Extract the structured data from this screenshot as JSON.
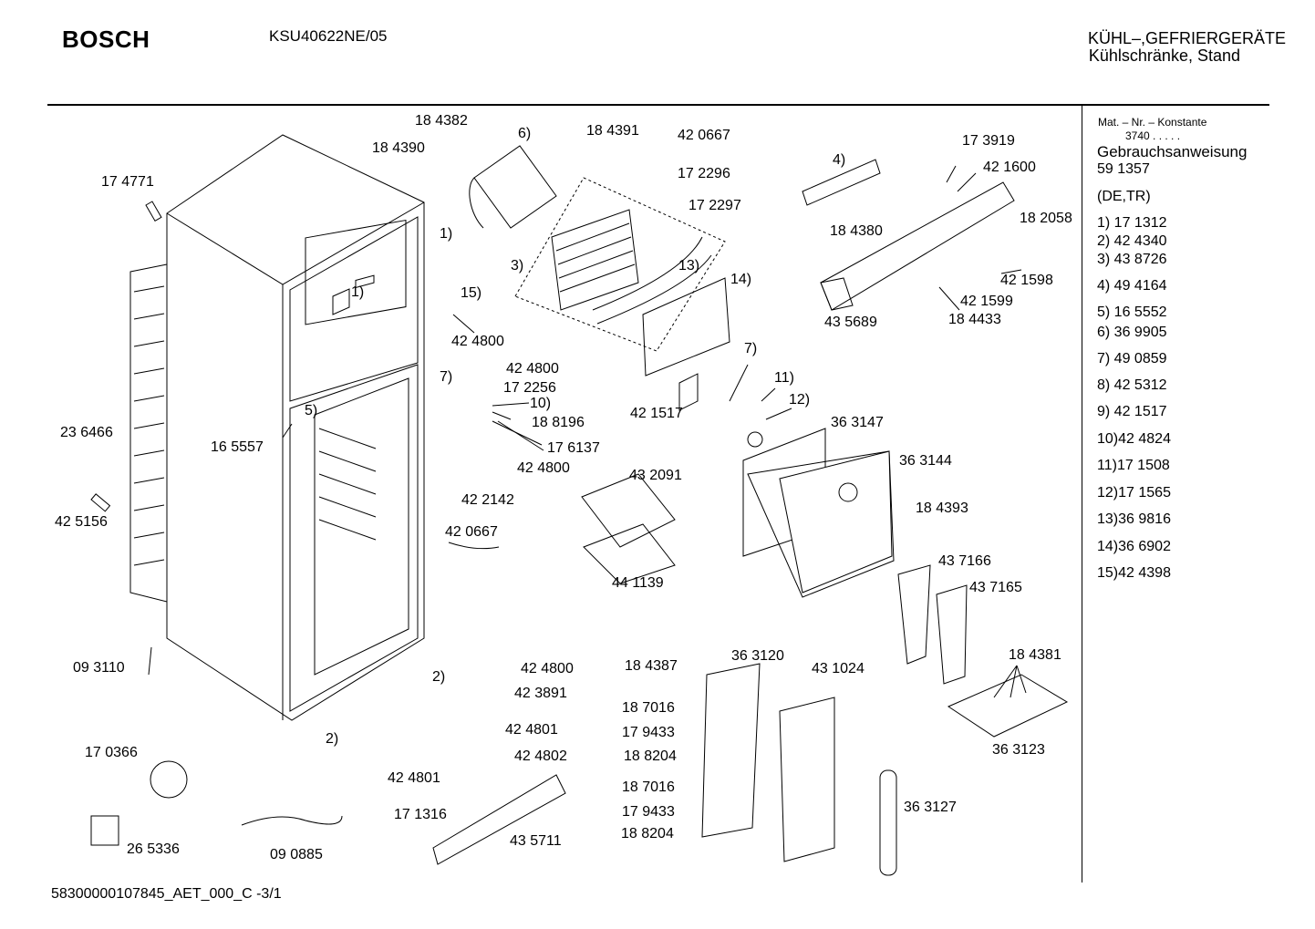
{
  "header": {
    "brand": "BOSCH",
    "model": "KSU40622NE/05",
    "category_line1": "KÜHL–,GEFRIERGERÄTE",
    "category_line2": "Kühlschränke, Stand"
  },
  "footer": {
    "doc_code": "58300000107845_AET_000_C -3/1"
  },
  "sidebar": {
    "mat_label": "Mat. – Nr. – Konstante",
    "mat_value": "3740 . . . . .",
    "manual_label": "Gebrauchsanweisung",
    "manual_number": "59 1357",
    "languages": "(DE,TR)",
    "refs": [
      "1) 17 1312",
      "2) 42 4340",
      "3) 43 8726",
      "4) 49 4164",
      "5) 16 5552",
      "6) 36 9905",
      "7) 49 0859",
      "8) 42 5312",
      "9) 42 1517",
      "10)42 4824",
      "11)17 1508",
      "12)17 1565",
      "13)36 9816",
      "14)36 6902",
      "15)42 4398"
    ]
  },
  "part_labels": [
    "18 4382",
    "6)",
    "18 4391",
    "42 0667",
    "18 4390",
    "17 4771",
    "17 2296",
    "17 2297",
    "1)",
    "3)",
    "13)",
    "14)",
    "15)",
    "1)",
    "42 4800",
    "42 4800",
    "17 2256",
    "7)",
    "10)",
    "18 8196",
    "17 6137",
    "42 4800",
    "5)",
    "16 5557",
    "23 6466",
    "42 5156",
    "42 2142",
    "42 0667",
    "43 2091",
    "44 1139",
    "7)",
    "42 1517",
    "11)",
    "12)",
    "36 3147",
    "36 3144",
    "18 4393",
    "4)",
    "17 3919",
    "42 1600",
    "18 2058",
    "18 4380",
    "42 1598",
    "42 1599",
    "18 4433",
    "43 5689",
    "43 7166",
    "43 7165",
    "18 4381",
    "36 3123",
    "09 3110",
    "2)",
    "42 4800",
    "42 3891",
    "42 4801",
    "42 4802",
    "2)",
    "17 0366",
    "42 4801",
    "26 5336",
    "09 0885",
    "17 1316",
    "43 5711",
    "18 4387",
    "36 3120",
    "43 1024",
    "18 7016",
    "17 9433",
    "18 8204",
    "18 7016",
    "17 9433",
    "18 8204",
    "36 3127"
  ]
}
